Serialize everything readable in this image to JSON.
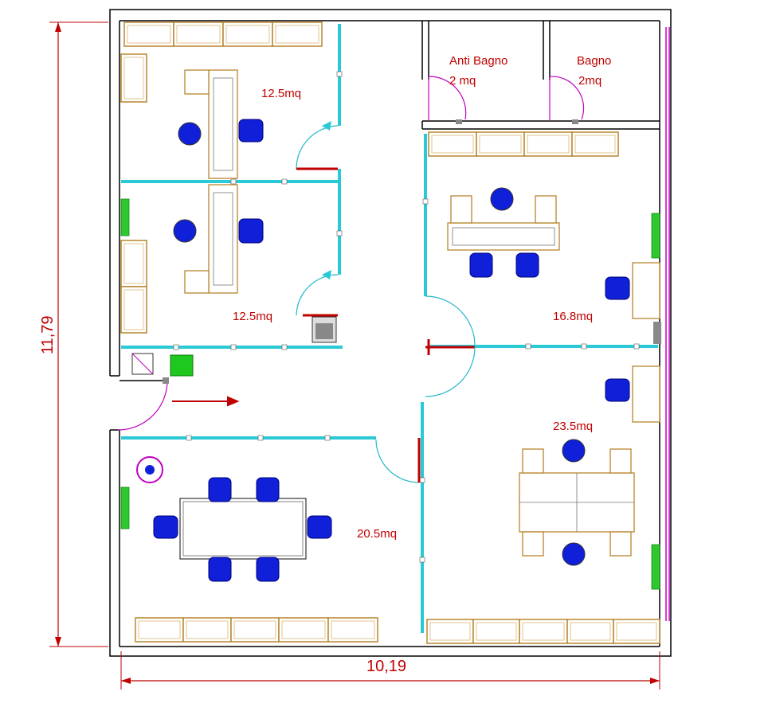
{
  "plan": {
    "dimensions": {
      "width": "10,19",
      "height": "11,79"
    },
    "rooms": [
      {
        "area": "12.5mq"
      },
      {
        "area": "12.5mq"
      },
      {
        "name": "Anti Bagno",
        "area": "2 mq"
      },
      {
        "name": "Bagno",
        "area": "2mq"
      },
      {
        "area": "16.8mq"
      },
      {
        "area": "23.5mq"
      },
      {
        "area": "20.5mq"
      }
    ]
  },
  "colors": {
    "labels": "#c00000",
    "walls": "#000000",
    "glass_partitions": "#29c9d6",
    "door_swings": "#c000c0",
    "chairs": "#1020d8",
    "cabinets": "#b8862e",
    "plants": "#2ec82e"
  }
}
